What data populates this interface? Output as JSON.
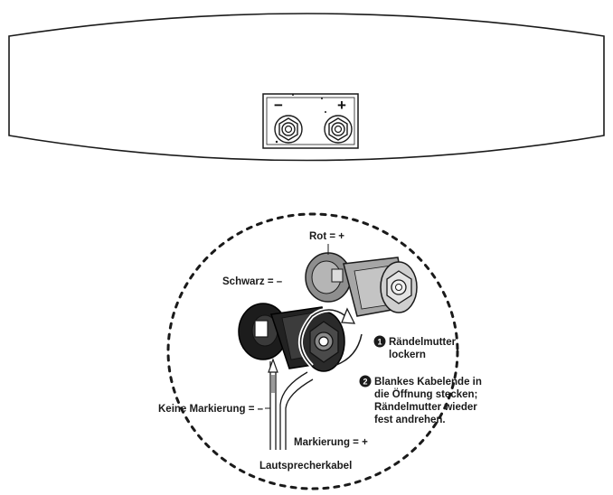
{
  "panel": {
    "minus_sign": "−",
    "plus_sign": "+"
  },
  "labels": {
    "rot": "Rot = +",
    "schwarz": "Schwarz = –",
    "keine_markierung": "Keine Markierung = –",
    "markierung": "Markierung = +",
    "lautsprecherkabel": "Lautsprecherkabel"
  },
  "steps": [
    {
      "number": "1",
      "lines": [
        "Rändelmutter",
        "lockern"
      ]
    },
    {
      "number": "2",
      "lines": [
        "Blankes Kabelende in",
        "die Öffnung stecken;",
        "Rändelmutter wieder",
        "fest andrehen."
      ]
    }
  ],
  "colors": {
    "outline": "#1a1a1a",
    "red_terminal": "#9a9a9a",
    "black_terminal": "#1c1c1c"
  }
}
